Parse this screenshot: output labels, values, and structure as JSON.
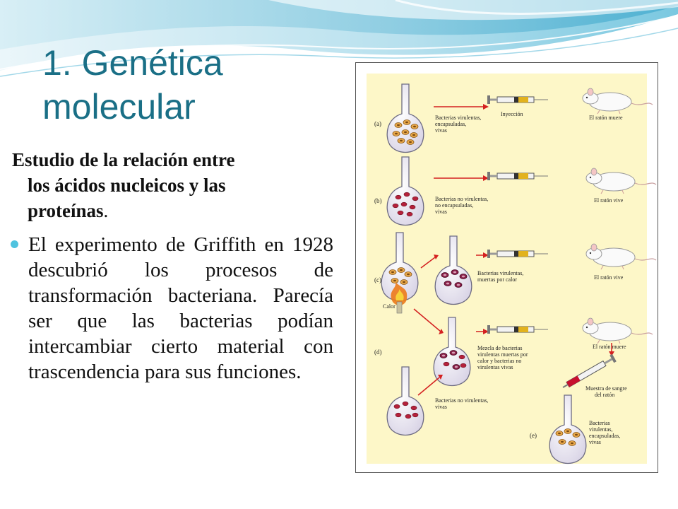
{
  "slide": {
    "title_line1": "1. Genética",
    "title_line2": "molecular",
    "subtitle_line1": "Estudio de la relación entre",
    "subtitle_line2": "los ácidos nucleicos y las",
    "subtitle_line3": "proteínas",
    "subtitle_period": ".",
    "body": "El experimento de Griffith en 1928 descubrió los procesos de transformación bacteriana. Parecía ser que las bacterias podían intercambiar cierto material con trascendencia para sus funciones."
  },
  "figure": {
    "row_a": {
      "letter": "(a)",
      "bacteria_1": "Bacterias virulentas,",
      "bacteria_2": "encapsuladas,",
      "bacteria_3": "vivas",
      "action": "Inyección",
      "result": "El ratón muere"
    },
    "row_b": {
      "letter": "(b)",
      "bacteria_1": "Bacterias no virulentas,",
      "bacteria_2": "no encapsuladas,",
      "bacteria_3": "vivas",
      "result": "El ratón vive"
    },
    "row_c": {
      "letter": "(c)",
      "heat": "Calor",
      "bacteria_1": "Bacterias virulentas,",
      "bacteria_2": "muertas por calor",
      "result": "El ratón vive"
    },
    "row_d": {
      "letter": "(d)",
      "mix_1": "Mezcla de bacterias",
      "mix_2": "virulentas muertas  por",
      "mix_3": "calor y bacterias no",
      "mix_4": "virulentas vivas",
      "result": "El ratón muere",
      "blood_1": "Muestra de sangre",
      "blood_2": "del ratón",
      "bacteria_1": "Bacterias no virulentas,",
      "bacteria_2": "vivas"
    },
    "row_e": {
      "letter": "(e)",
      "bacteria_1": "Bacterias",
      "bacteria_2": "virulentas,",
      "bacteria_3": "encapsuladas,",
      "bacteria_4": "vivas"
    }
  },
  "colors": {
    "title": "#1a6f86",
    "bullet": "#4fc3df",
    "figure_bg": "#fdf7c8",
    "arrow": "#d42020"
  }
}
